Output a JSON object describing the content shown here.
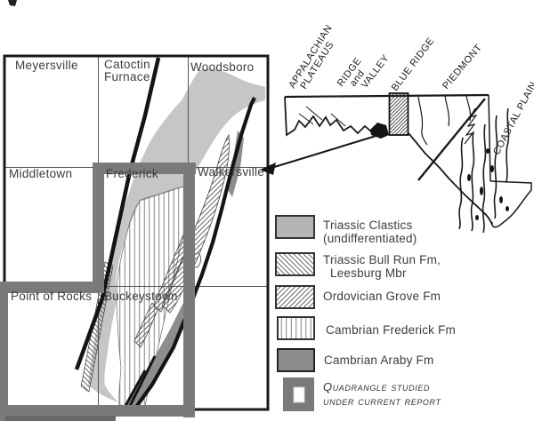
{
  "figure_type": "geologic quadrangle location map with Maryland physiographic inset and legend",
  "map": {
    "labels": {
      "meyersville": "Meyersville",
      "catoctin_line1": "Catoctin",
      "catoctin_line2": "Furnace",
      "woodsboro": "Woodsboro",
      "middletown": "Middletown",
      "frederick": "Frederick",
      "walkersville": "Walkersville",
      "point_of_rocks": "Point of Rocks",
      "buckeystown": "Buckeystown"
    }
  },
  "inset": {
    "province_labels": {
      "appalachian_line1": "APPALACHIAN",
      "appalachian_line2": "PLATEAUS",
      "ridge": "RIDGE",
      "and": "and",
      "valley": "VALLEY",
      "blue_ridge": "BLUE RIDGE",
      "piedmont": "PIEDMONT",
      "coastal_plain": "COASTAL PLAIN"
    }
  },
  "legend": {
    "items": [
      {
        "swatch": "solid-light-gray",
        "line1": "Triassic Clastics",
        "line2": "(undifferentiated)"
      },
      {
        "swatch": "hatch-backslash",
        "line1": "Triassic Bull Run Fm,",
        "line2": "Leesburg Mbr"
      },
      {
        "swatch": "hatch-slash",
        "line1": "Ordovician Grove Fm",
        "line2": ""
      },
      {
        "swatch": "hatch-vertical",
        "line1": "Cambrian Frederick Fm",
        "line2": ""
      },
      {
        "swatch": "solid-medium-gray",
        "line1": "Cambrian Araby Fm",
        "line2": ""
      },
      {
        "swatch": "thick-gray-outline",
        "line1": "Quadrangle studied",
        "line2": "under current report"
      }
    ]
  },
  "colors": {
    "light_gray": "#c6c6c6",
    "medium_gray": "#8d8d8d",
    "frame_gray": "#7a7a7a",
    "frame_gray_dark": "#686868",
    "legend_clastics_gray": "#b5b5b5",
    "line_black": "#1a1a1a"
  }
}
